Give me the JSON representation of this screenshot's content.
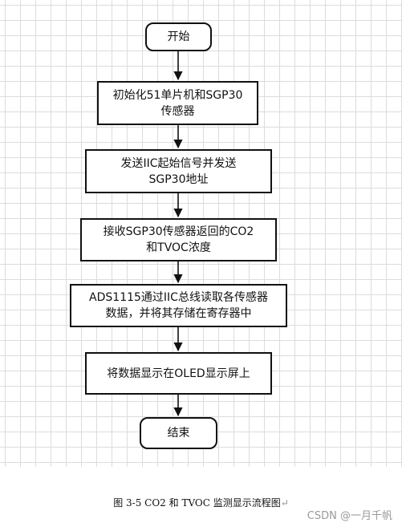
{
  "flowchart": {
    "start": "开始",
    "step1": [
      "初始化51单片机和SGP30",
      "传感器"
    ],
    "step2": [
      "发送IIC起始信号并发送",
      "SGP30地址"
    ],
    "step3": [
      "接收SGP30传感器返回的CO2",
      "和TVOC浓度"
    ],
    "step4": [
      "ADS1115通过IIC总线读取各传感器",
      "数据，并将其存储在寄存器中"
    ],
    "step5": "将数据显示在OLED显示屏上",
    "end": "结束"
  },
  "caption": {
    "text": "图 3-5 CO2 和 TVOC 监测显示流程图",
    "return_mark": "↵"
  },
  "watermark": "CSDN @一月千帆",
  "colors": {
    "stroke": "#111111",
    "grid": "#dcdcdc",
    "watermark": "#9a9a9a"
  }
}
